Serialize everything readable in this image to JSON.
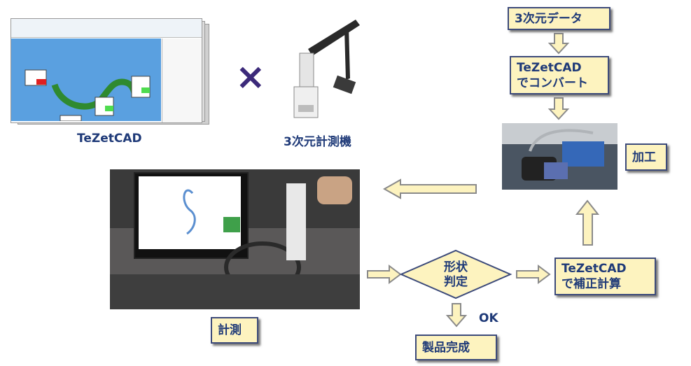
{
  "software": {
    "caption": "TeZetCAD"
  },
  "machine": {
    "caption": "3次元計測機"
  },
  "cross": {
    "symbol": "×"
  },
  "flow": {
    "data3d": "3次元データ",
    "convert": [
      "TeZetCAD",
      "でコンバート"
    ],
    "process": "加工",
    "correct": [
      "TeZetCAD",
      "で補正計算"
    ],
    "judge": [
      "形状",
      "判定"
    ],
    "ok": "OK",
    "complete": "製品完成",
    "measure": "計測"
  },
  "colors": {
    "box_fill": "#fdf3bf",
    "text": "#1f3a78",
    "arrow_fill": "#fdf3bf",
    "arrow_stroke": "#8a8a8a"
  }
}
